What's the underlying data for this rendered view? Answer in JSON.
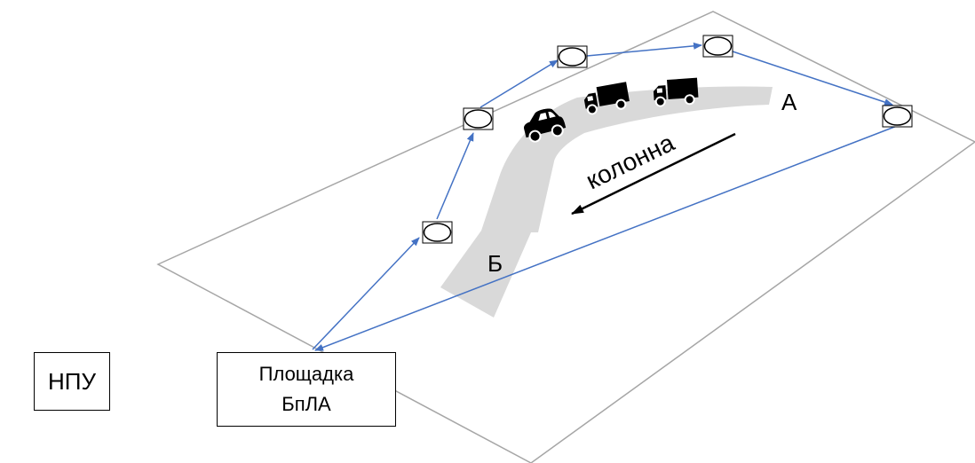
{
  "labels": {
    "point_a": "А",
    "point_b": "Б",
    "column": "колонна",
    "npu": "НПУ",
    "pad_line1": "Площадка",
    "pad_line2": "БпЛА"
  },
  "colors": {
    "route": "#4472c4",
    "terrain": "#a6a6a6",
    "road": "#d9d9d9",
    "vehicles": "#000000",
    "text": "#000000"
  },
  "icons": {
    "waypoint": "waypoint-ellipse-icon",
    "car": "car-icon",
    "truck": "truck-icon"
  }
}
